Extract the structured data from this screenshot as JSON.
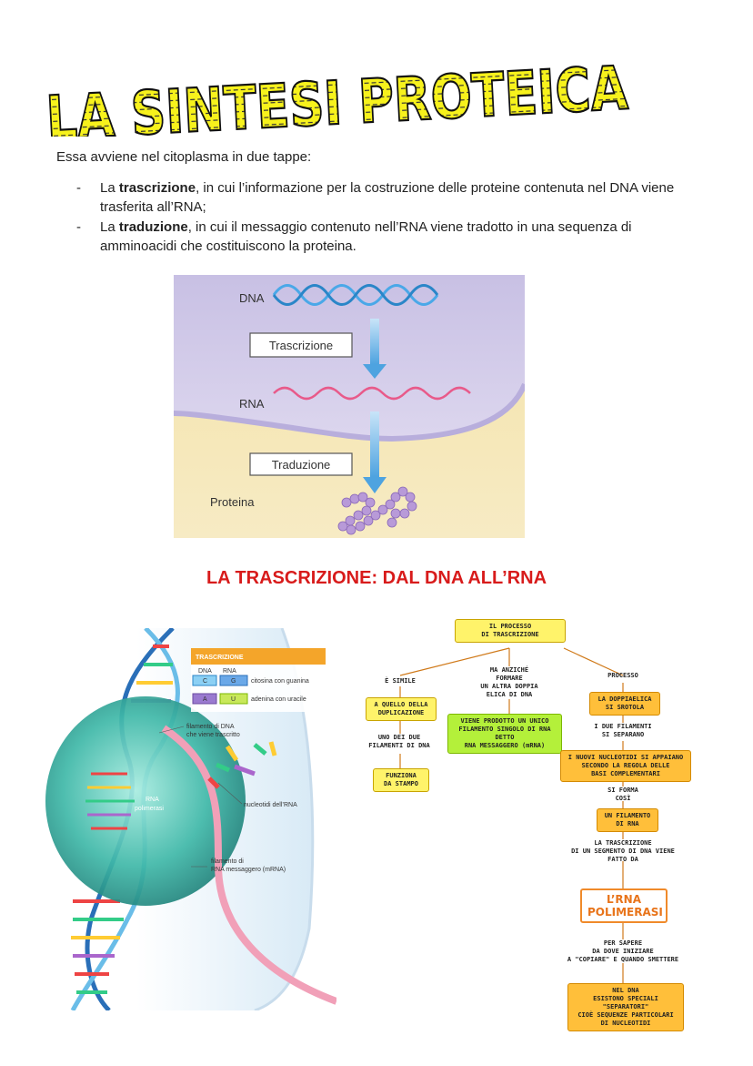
{
  "title": "LA SINTESI PROTEICA",
  "intro": "Essa avviene nel citoplasma in due tappe:",
  "bullets": [
    {
      "dash": "-",
      "pre": "La ",
      "bold": "trascrizione",
      "post": ", in cui l’informazione per la costruzione delle proteine contenuta nel DNA viene trasferita all’RNA;"
    },
    {
      "dash": "-",
      "pre": "La ",
      "bold": "traduzione",
      "post": ", in cui il messaggio contenuto nell’RNA viene tradotto in una sequenza di amminoacidi che costituiscono la proteina."
    }
  ],
  "figure1": {
    "dna": "DNA",
    "step1": "Trascrizione",
    "rna": "RNA",
    "step2": "Traduzione",
    "protein": "Proteina"
  },
  "section_heading": "LA TRASCRIZIONE: DAL DNA ALL’RNA",
  "figure2": {
    "legend_title": "TRASCRIZIONE",
    "col_dna": "DNA",
    "col_rna": "RNA",
    "pair1_dna": "C",
    "pair1_rna": "G",
    "pair1_text": "citosina con guanina",
    "pair2_dna": "A",
    "pair2_rna": "U",
    "pair2_text": "adenina con uracile",
    "label_template_l1": "filamento di DNA",
    "label_template_l2": "che viene trascritto",
    "label_nucleotides": "nucleotidi dell’RNA",
    "label_polymerase_l1": "RNA",
    "label_polymerase_l2": "polimerasi",
    "label_mrna_l1": "filamento di",
    "label_mrna_l2": "RNA messaggero (mRNA)"
  },
  "concept_map": {
    "root_l1": "IL PROCESSO",
    "root_l2": "DI TRASCRIZIONE",
    "left_link": "È SIMILE",
    "left_box_l1": "A QUELLO DELLA",
    "left_box_l2": "DUPLICAZIONE",
    "left_mid_l1": "UNO DEI DUE",
    "left_mid_l2": "FILAMENTI DI DNA",
    "left_box2_l1": "FUNZIONA",
    "left_box2_l2": "DA STAMPO",
    "mid_link_l1": "MA ANZICHÉ",
    "mid_link_l2": "FORMARE",
    "mid_link_l3": "UN ALTRA DOPPIA",
    "mid_link_l4": "ELICA DI DNA",
    "mid_box_l1": "VIENE PRODOTTO UN UNICO",
    "mid_box_l2": "FILAMENTO SINGOLO DI RNA",
    "mid_box_l3": "DETTO",
    "mid_box_l4": "RNA  MESSAGGERO (mRNA)",
    "right_link": "PROCESSO",
    "right_box1_l1": "LA DOPPIAELICA",
    "right_box1_l2": "SI SROTOLA",
    "right_t1_l1": "I  DUE FILAMENTI",
    "right_t1_l2": "SI SEPARANO",
    "right_box2_l1": "I NUOVI NUCLEOTIDI SI APPAIANO",
    "right_box2_l2": "SECONDO LA REGOLA DELLE",
    "right_box2_l3": "BASI COMPLEMENTARI",
    "right_t2_l1": "SI FORMA",
    "right_t2_l2": "COSÌ",
    "right_box3_l1": "UN FILAMENTO",
    "right_box3_l2": "DI RNA",
    "right_t3_l1": "LA TRASCRIZIONE",
    "right_t3_l2": "DI UN SEGMENTO DI DNA VIENE",
    "right_t3_l3": "FATTO DA",
    "big_box_l1": "L’RNA",
    "big_box_l2": "POLIMERASI",
    "right_t4_l1": "PER SAPERE",
    "right_t4_l2": "DA DOVE INIZIARE",
    "right_t4_l3": "A \"COPIARE\" E QUANDO SMETTERE",
    "right_box4_l1": "NEL DNA",
    "right_box4_l2": "ESISTONO SPECIALI",
    "right_box4_l3": "\"SEPARATORI\"",
    "right_box4_l4": "CIOÈ SEQUENZE PARTICOLARI",
    "right_box4_l5": "DI NUCLEOTIDI"
  }
}
